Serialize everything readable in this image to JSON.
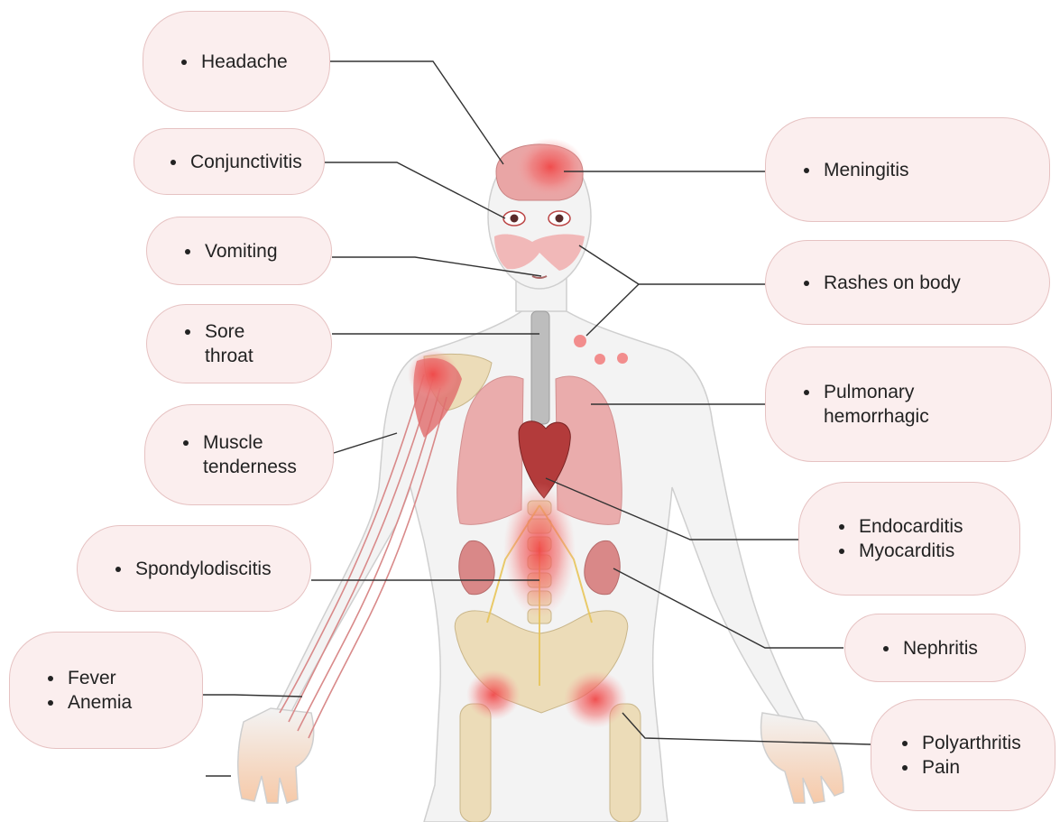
{
  "labels": {
    "headache": [
      "Headache"
    ],
    "conjunctivitis": [
      "Conjunctivitis"
    ],
    "vomiting": [
      "Vomiting"
    ],
    "sore_throat": [
      "Sore",
      "throat"
    ],
    "muscle_tenderness": [
      "Muscle",
      "tenderness"
    ],
    "spondylodiscitis": [
      "Spondylodiscitis"
    ],
    "fever_anemia": [
      "Fever",
      "Anemia"
    ],
    "meningitis": [
      "Meningitis"
    ],
    "rashes": [
      "Rashes on body"
    ],
    "pulmonary": [
      "Pulmonary",
      "hemorrhagic"
    ],
    "cardio": [
      "Endocarditis",
      "Myocarditis"
    ],
    "nephritis": [
      "Nephritis"
    ],
    "polyarthritis": [
      "Polyarthritis",
      "Pain"
    ]
  },
  "colors": {
    "box_fill": "#fbeeee",
    "box_border": "#e6c2c2",
    "skin": "#f3f3f3",
    "inflammation": "#f05a5a",
    "organ": "#e9a0a0",
    "bone": "#ecdcb8"
  }
}
